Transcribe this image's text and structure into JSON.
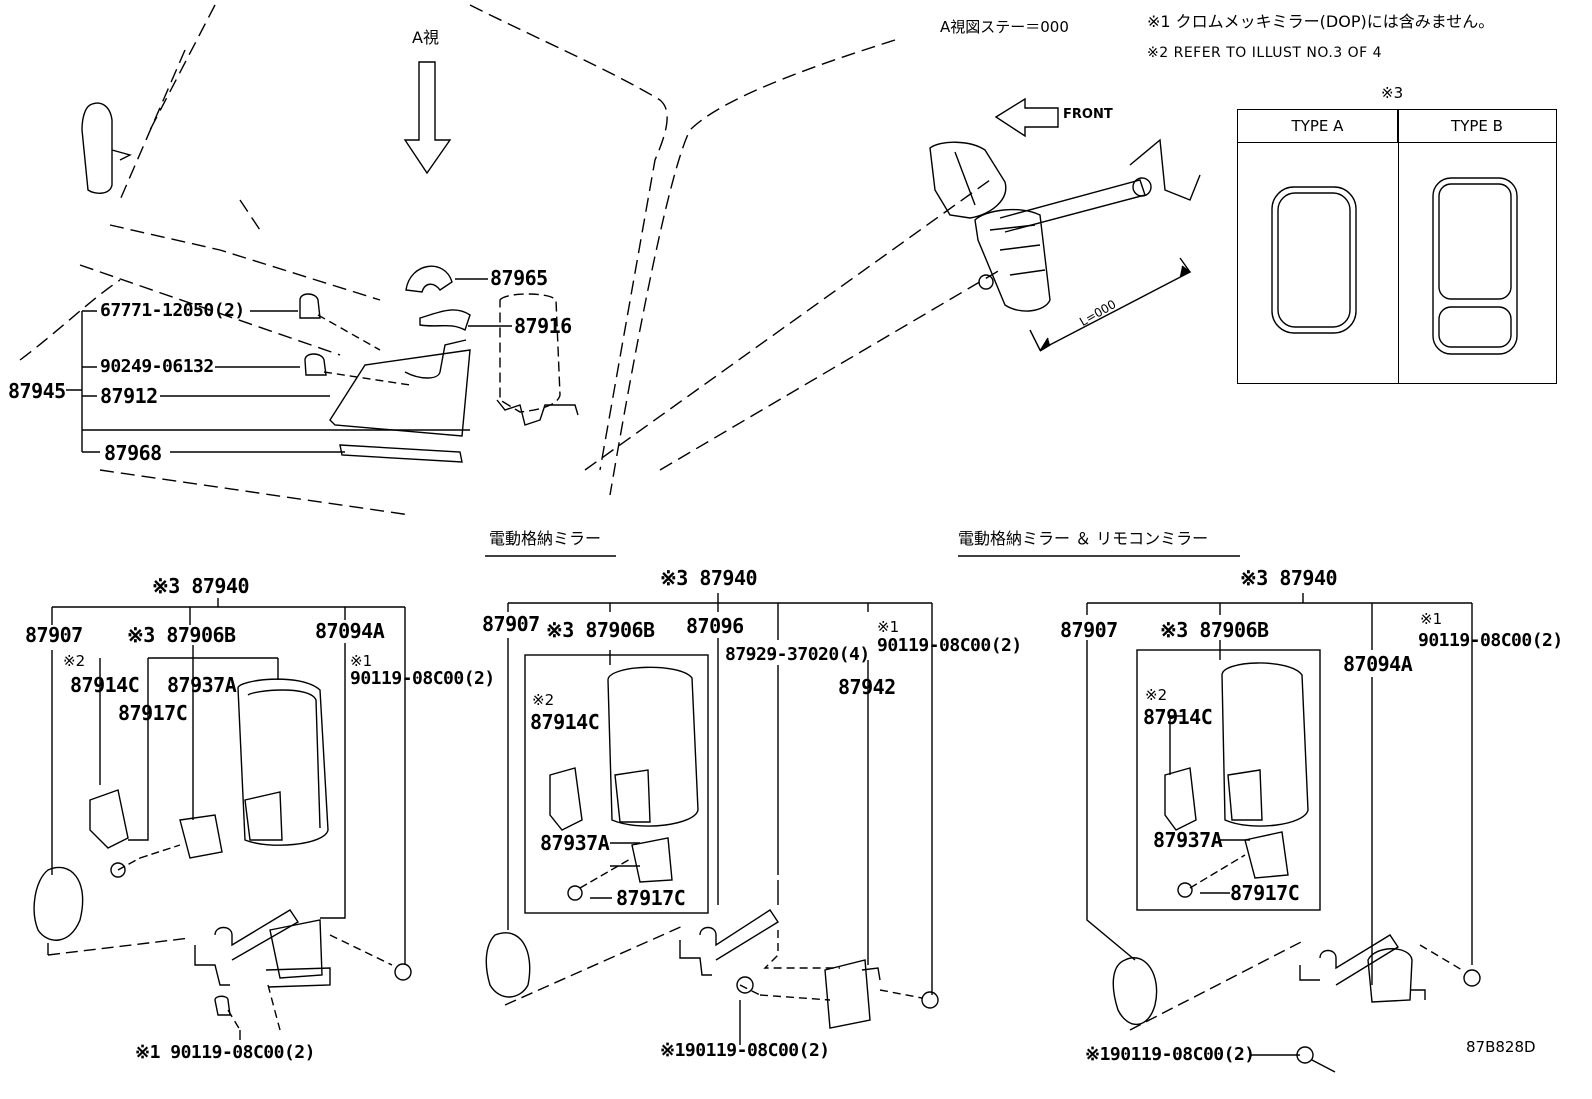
{
  "view_label": "A視",
  "stay_note": "A視図ステー＝000",
  "notes": {
    "n1": "※1 クロムメッキミラー(DOP)には含みません。",
    "n2": "※2 REFER TO ILLUST NO.3 OF 4"
  },
  "front_label": "FRONT",
  "length_label": "L=000",
  "type_table": {
    "marker": "※3",
    "type_a": "TYPE A",
    "type_b": "TYPE B"
  },
  "top_assembly": {
    "p87965": "87965",
    "p87916": "87916",
    "p67771": "67771-12050(2)",
    "p90249": "90249-06132",
    "p87945": "87945",
    "p87912": "87912",
    "p87968": "87968"
  },
  "group1": {
    "top": "※3 87940",
    "p87907": "87907",
    "p87906b": "※3 87906B",
    "p87094a": "87094A",
    "n2mark": "※2",
    "p87914c": "87914C",
    "p87937a": "87937A",
    "n1mark": "※1",
    "p90119": "90119-08C00(2)",
    "p87917c": "87917C",
    "bottom": "※1 90119-08C00(2)"
  },
  "group2": {
    "title": "電動格納ミラー",
    "top": "※3 87940",
    "p87907": "87907",
    "p87906b": "※3 87906B",
    "p87096": "87096",
    "n1mark": "※1",
    "p90119": "90119-08C00(2)",
    "p87929": "87929-37020(4)",
    "p87942": "87942",
    "n2mark": "※2",
    "p87914c": "87914C",
    "p87937a": "87937A",
    "p87917c": "87917C",
    "bottom": "※190119-08C00(2)"
  },
  "group3": {
    "title": "電動格納ミラー ＆ リモコンミラー",
    "top": "※3 87940",
    "p87907": "87907",
    "p87906b": "※3 87906B",
    "n1mark": "※1",
    "p90119": "90119-08C00(2)",
    "p87094a": "87094A",
    "n2mark": "※2",
    "p87914c": "87914C",
    "p87937a": "87937A",
    "p87917c": "87917C",
    "bottom": "※190119-08C00(2)"
  },
  "drawing_id": "87B828D"
}
